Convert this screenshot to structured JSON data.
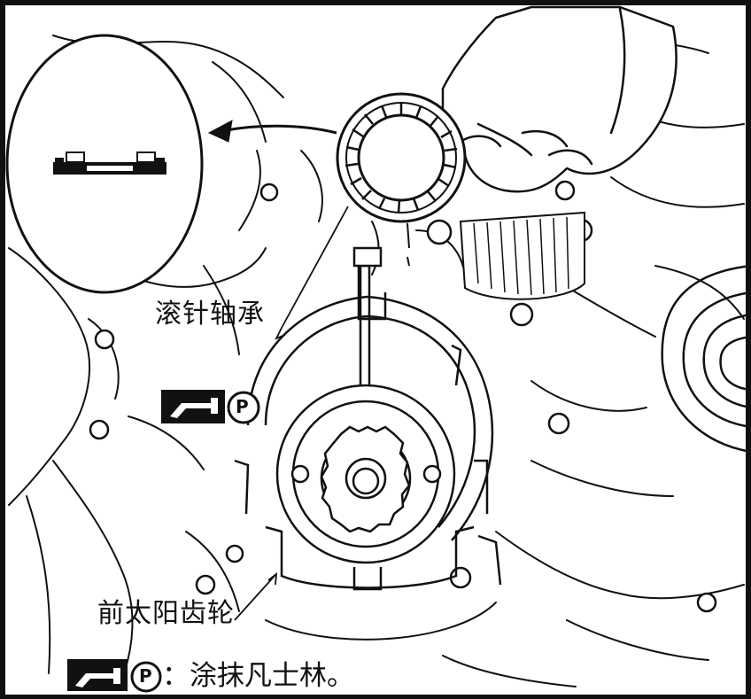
{
  "labels": {
    "needle_bearing": "滚针轴承",
    "front_sun_gear": "前太阳齿轮"
  },
  "legend": {
    "p_symbol": "P",
    "text": "：涂抹凡士林。"
  },
  "icons": {
    "grease_tool": "grease-applicator-icon",
    "p_circle": "p-circle-icon"
  },
  "colors": {
    "line": "#111111",
    "background": "#ffffff",
    "fill_black": "#111111"
  }
}
